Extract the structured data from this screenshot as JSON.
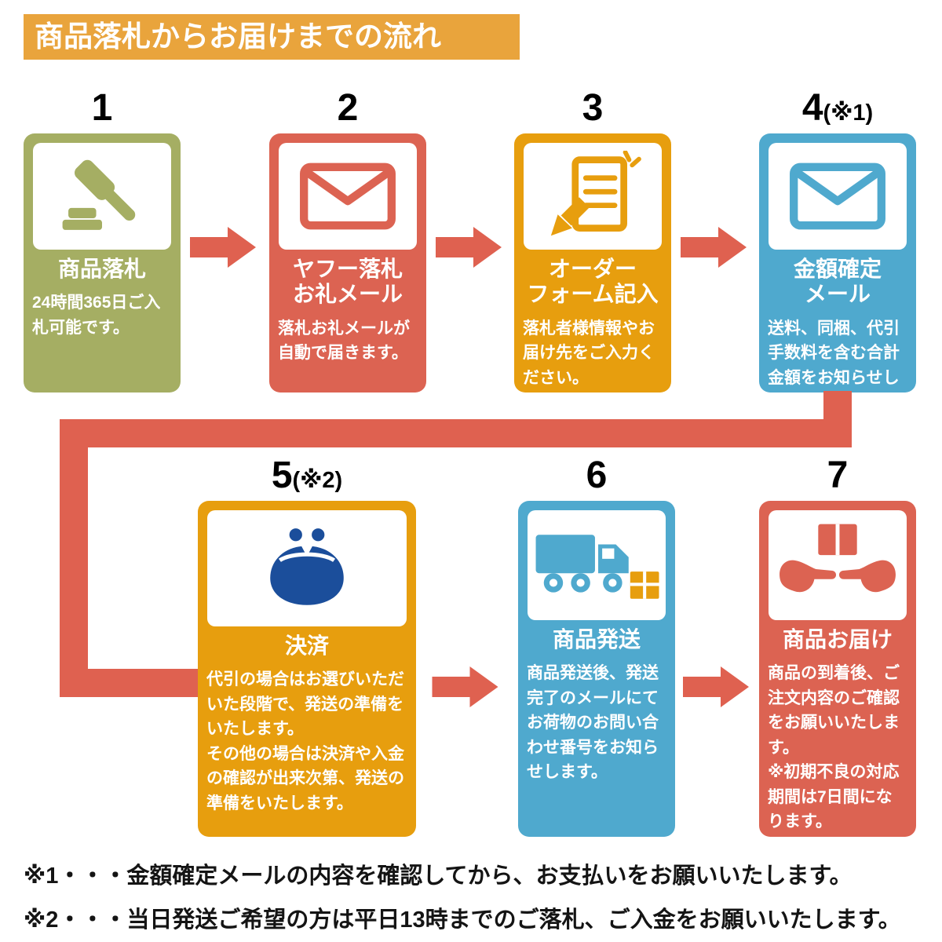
{
  "header": {
    "title": "商品落札からお届けまでの流れ"
  },
  "steps": [
    {
      "number": "1",
      "suffix": "",
      "title_lines": [
        "商品落札"
      ],
      "desc": "24時間365日ご入札可能です。",
      "color": "#A5AE63",
      "icon": "gavel-icon"
    },
    {
      "number": "2",
      "suffix": "",
      "title_lines": [
        "ヤフー落札",
        "お礼メール"
      ],
      "desc": "落札お礼メールが自動で届きます。",
      "color": "#DC6352",
      "icon": "mail-icon"
    },
    {
      "number": "3",
      "suffix": "",
      "title_lines": [
        "オーダー",
        "フォーム記入"
      ],
      "desc": "落札者様情報やお届け先をご入力ください。",
      "color": "#E79E0E",
      "icon": "order-form-icon"
    },
    {
      "number": "4",
      "suffix": "(※1)",
      "title_lines": [
        "金額確定",
        "メール"
      ],
      "desc": "送料、同梱、代引手数料を含む合計金額をお知らせします。",
      "color": "#4FA9CE",
      "icon": "mail-icon"
    },
    {
      "number": "5",
      "suffix": "(※2)",
      "title_lines": [
        "決済"
      ],
      "desc": "代引の場合はお選びいただいた段階で、発送の準備をいたします。\nその他の場合は決済や入金の確認が出来次第、発送の準備をいたします。",
      "color": "#E79E0E",
      "icon": "coin-purse-icon"
    },
    {
      "number": "6",
      "suffix": "",
      "title_lines": [
        "商品発送"
      ],
      "desc": "商品発送後、発送完了のメールにてお荷物のお問い合わせ番号をお知らせします。",
      "color": "#4FA9CE",
      "icon": "truck-icon"
    },
    {
      "number": "7",
      "suffix": "",
      "title_lines": [
        "商品お届け"
      ],
      "desc": "商品の到着後、ご注文内容のご確認をお願いいたします。\n※初期不良の対応期間は7日間になります。",
      "color": "#DC6352",
      "icon": "delivery-hands-icon"
    }
  ],
  "notes": [
    "※1・・・金額確定メールの内容を確認してから、お支払いをお願いいたします。",
    "※2・・・当日発送ご希望の方は平日13時までのご落札、ご入金をお願いいたします。"
  ],
  "colors": {
    "header_bg": "#E9A43C",
    "arrow": "#DF6150",
    "olive": "#A5AE63",
    "red": "#DC6352",
    "orange": "#E79E0E",
    "blue": "#4FA9CE",
    "purse_navy": "#1B4E9B",
    "text": "#141414",
    "background": "#FFFFFF"
  }
}
